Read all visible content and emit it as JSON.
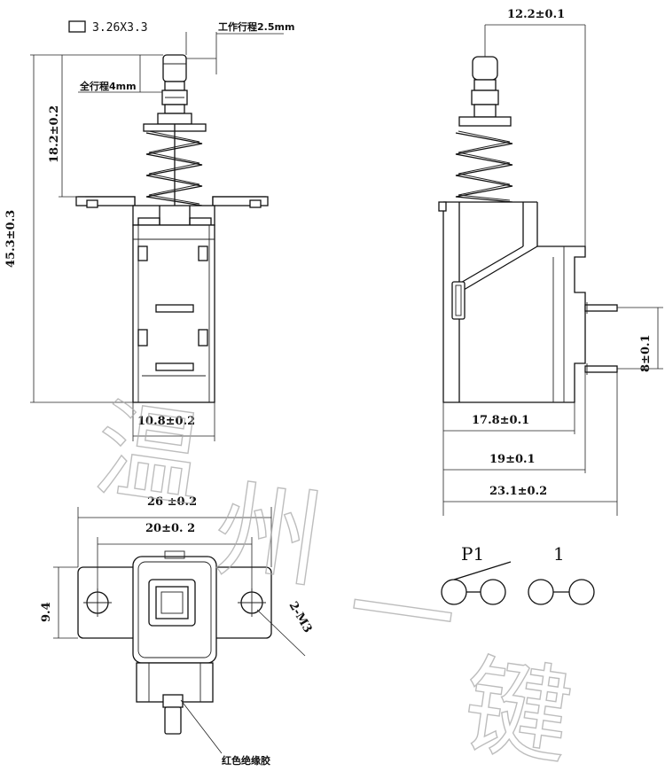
{
  "labels": {
    "section_size": "3.26X3.3",
    "work_travel": "工作行程2.5mm",
    "full_travel": "全行程4mm",
    "dim_18_2": "18.2±0.2",
    "dim_45_3": "45.3±0.3",
    "dim_10_8": "10.8±0.2",
    "dim_12_2": "12.2±0.1",
    "dim_8": "8±0.1",
    "dim_17_8": "17.8±0.1",
    "dim_19": "19±0.1",
    "dim_23_1": "23.1±0.2",
    "dim_26": "26 ±0.2",
    "dim_20": "20±0.  2",
    "dim_9_4": "9.4",
    "holes": "2-M3",
    "red_insulator": "红色绝缘胶",
    "pin_p1": "P1",
    "pin_1": "1"
  },
  "watermark": {
    "chars": [
      "温",
      "州",
      "一",
      "键"
    ],
    "color": "#a8a8a8"
  }
}
